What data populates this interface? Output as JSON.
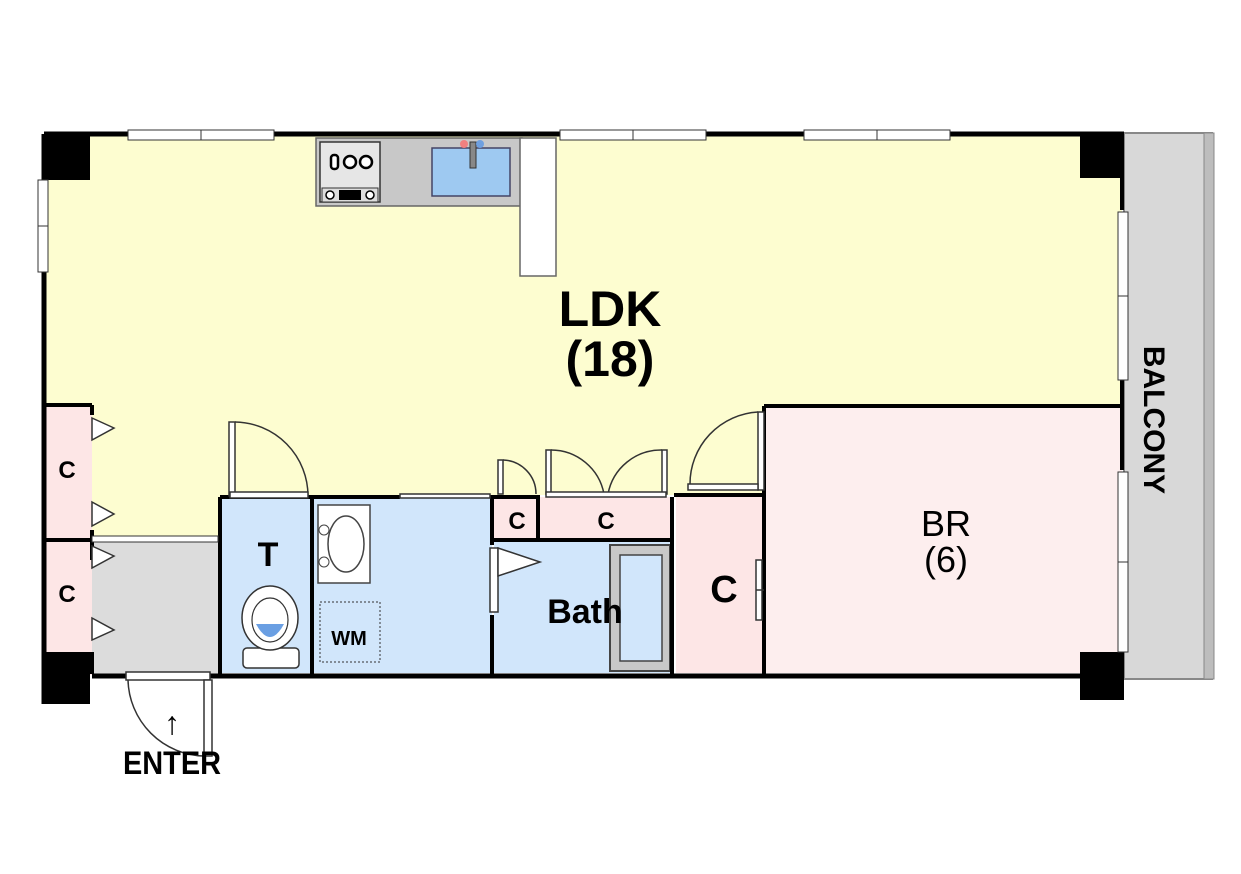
{
  "rooms": {
    "ldk": {
      "name": "LDK",
      "size": "(18)"
    },
    "br": {
      "name": "BR",
      "size": "(6)"
    },
    "toilet": {
      "name": "T"
    },
    "bath": {
      "name": "Bath"
    },
    "washer": {
      "name": "WM"
    },
    "closet": {
      "name": "C"
    },
    "balcony": {
      "name": "BALCONY"
    }
  },
  "entrance": {
    "arrow": "↑",
    "label": "ENTER"
  },
  "colors": {
    "ldk": "#fdfdd0",
    "br": "#fdeeee",
    "closet": "#fde6e6",
    "wet": "#d1e6fb",
    "genkan": "#dcdcdc",
    "balcony": "#d8d8d8",
    "wall": "#000000"
  }
}
